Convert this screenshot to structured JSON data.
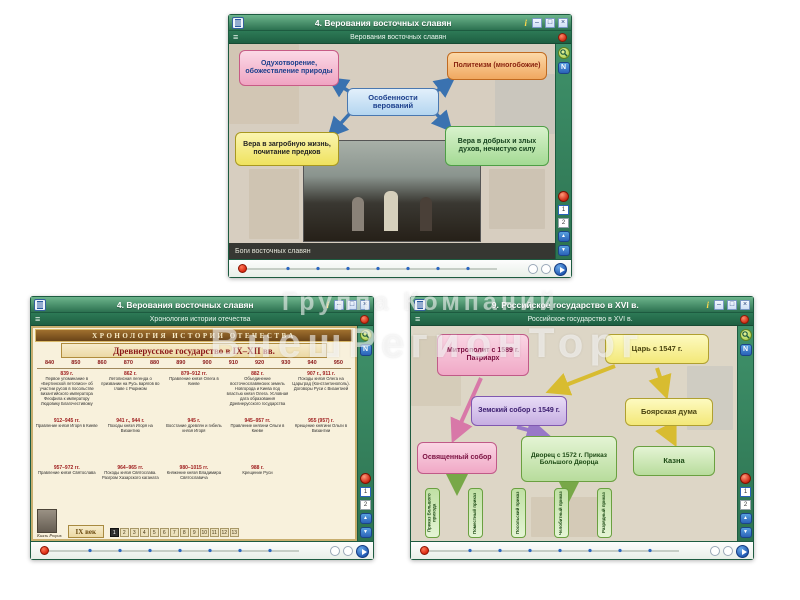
{
  "watermark": {
    "line1": "Группа Компаний",
    "line2": "ВнешРегионТорг"
  },
  "chrome": {
    "info": "i",
    "min": "–",
    "max": "□",
    "close": "×",
    "burger": "≡",
    "n": "N",
    "up": "▲",
    "down": "▼",
    "page1": "1",
    "page2": "2"
  },
  "win_beliefs": {
    "title": "4. Верования восточных славян",
    "subtitle": "Верования восточных славян",
    "center": "Особенности верований",
    "box_spirit": "Одухотворение, обожествление природы",
    "box_poly": "Политеизм (многобожие)",
    "box_afterlife": "Вера в загробную жизнь, почитание предков",
    "box_spirits": "Вера в добрых и злых духов, нечистую силу",
    "caption": "Боги восточных славян"
  },
  "win_chron": {
    "title": "4. Верования восточных славян",
    "subtitle": "Хронология истории отечества",
    "banner": "ХРОНОЛОГИЯ ИСТОРИИ ОТЕЧЕСТВА",
    "heading": "Древнерусское государство в IX–XII вв.",
    "years": [
      "840",
      "850",
      "860",
      "870",
      "880",
      "890",
      "900",
      "910",
      "920",
      "930",
      "940",
      "950"
    ],
    "events": [
      {
        "year": "839 г.",
        "text": "Первое упоминание в «Бертинской летописи» об участии русов в посольстве византийского императора Феофила к императору Людовику Благочестивому"
      },
      {
        "year": "862 г.",
        "text": "Летописная легенда о призвании на Русь варягов во главе с Рюриком"
      },
      {
        "year": "879–912 гг.",
        "text": "Правление князя Олега в Киеве"
      },
      {
        "year": "882 г.",
        "text": "Объединение восточнославянских земель Новгорода и Киева под властью князя Олега. Условная дата образования Древнерусского государства"
      },
      {
        "year": "907 г., 911 г.",
        "text": "Походы князя Олега на Царьград (Константинополь). Договоры Руси с Византией"
      },
      {
        "year": "912–945 гг.",
        "text": "Правление князя Игоря в Киеве"
      },
      {
        "year": "941 г., 944 г.",
        "text": "Походы князя Игоря на Византию"
      },
      {
        "year": "945 г.",
        "text": "Восстание древлян и гибель князя Игоря"
      },
      {
        "year": "945–957 гг.",
        "text": "Правление княгини Ольги в Киеве"
      },
      {
        "year": "955 (957) г.",
        "text": "Крещение княгини Ольги в Византии"
      },
      {
        "year": "957–972 гг.",
        "text": "Правление князя Святослава"
      },
      {
        "year": "964–965 гг.",
        "text": "Походы князя Святослава. Разгром Хазарского каганата"
      },
      {
        "year": "980–1015 гг.",
        "text": "Княжение князя Владимира Святославича"
      },
      {
        "year": "988 г.",
        "text": "Крещение Руси"
      }
    ],
    "portrait_caption": "Князь Рюрик",
    "century_label": "IX век",
    "pagination": [
      "1",
      "2",
      "3",
      "4",
      "5",
      "6",
      "7",
      "8",
      "9",
      "10",
      "11",
      "12",
      "13"
    ]
  },
  "win_state": {
    "title": "9. Российское государство в XVI в.",
    "subtitle": "Российское государство в XVI в.",
    "box_mitropolit": "Митрополит с 1589 г. Патриарх",
    "box_tsar": "Царь с 1547 г.",
    "box_zemsky": "Земский собор с 1549 г.",
    "box_duma": "Боярская дума",
    "box_sobor": "Освященный собор",
    "box_dvorets": "Дворец с 1572 г. Приказ Большого Дворца",
    "box_kazna": "Казна",
    "prikazy": [
      "Приказ Большого прихода",
      "Поместный приказ",
      "Посольский приказ",
      "Челобитный приказ",
      "Разрядный приказ"
    ]
  }
}
